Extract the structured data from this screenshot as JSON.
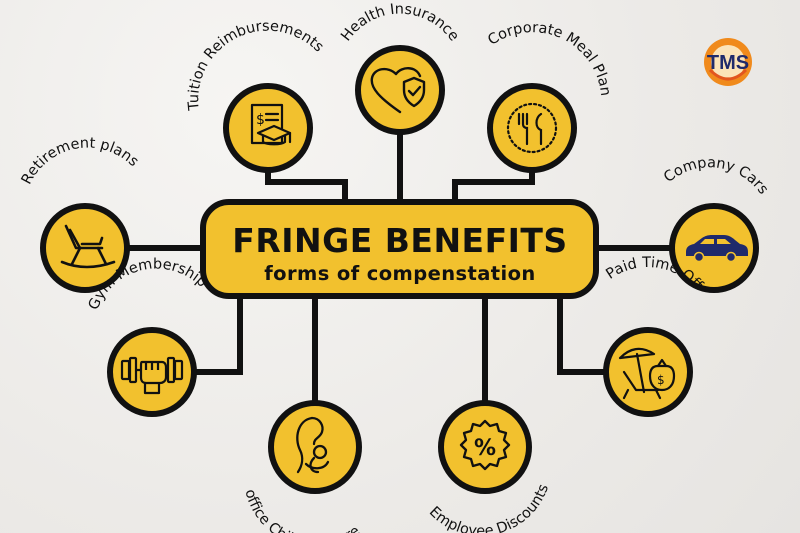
{
  "center": {
    "title": "FRINGE BENEFITS",
    "subtitle": "forms of compenstation"
  },
  "logo": {
    "text": "TMS"
  },
  "benefits": [
    {
      "id": "health-insurance",
      "label": "Health Insurance",
      "icon": "heart-shield-icon"
    },
    {
      "id": "tuition-reimbursements",
      "label": "Tuition Reimbursements",
      "icon": "graduation-document-icon"
    },
    {
      "id": "corporate-meal-plan",
      "label": "Corporate Meal Plan",
      "icon": "plate-fork-knife-icon"
    },
    {
      "id": "retirement-plans",
      "label": "Retirement plans",
      "icon": "rocking-chair-icon"
    },
    {
      "id": "company-cars",
      "label": "Company Cars",
      "icon": "car-icon"
    },
    {
      "id": "gym-membership",
      "label": "Gym Membership",
      "icon": "dumbbell-fist-icon"
    },
    {
      "id": "paid-time-off",
      "label": "Paid Time Off",
      "icon": "beach-chair-money-icon"
    },
    {
      "id": "office-child-daycare",
      "label": "office Child Daycare",
      "icon": "mother-child-icon"
    },
    {
      "id": "employee-discounts",
      "label": "Employee Discounts",
      "icon": "percent-badge-icon"
    }
  ],
  "colors": {
    "accent": "#f2c12e",
    "stroke": "#111111",
    "background": "#efeeec",
    "car": "#1f2a6b",
    "logo_orange": "#f08a1c",
    "logo_navy": "#1f2a6b"
  }
}
